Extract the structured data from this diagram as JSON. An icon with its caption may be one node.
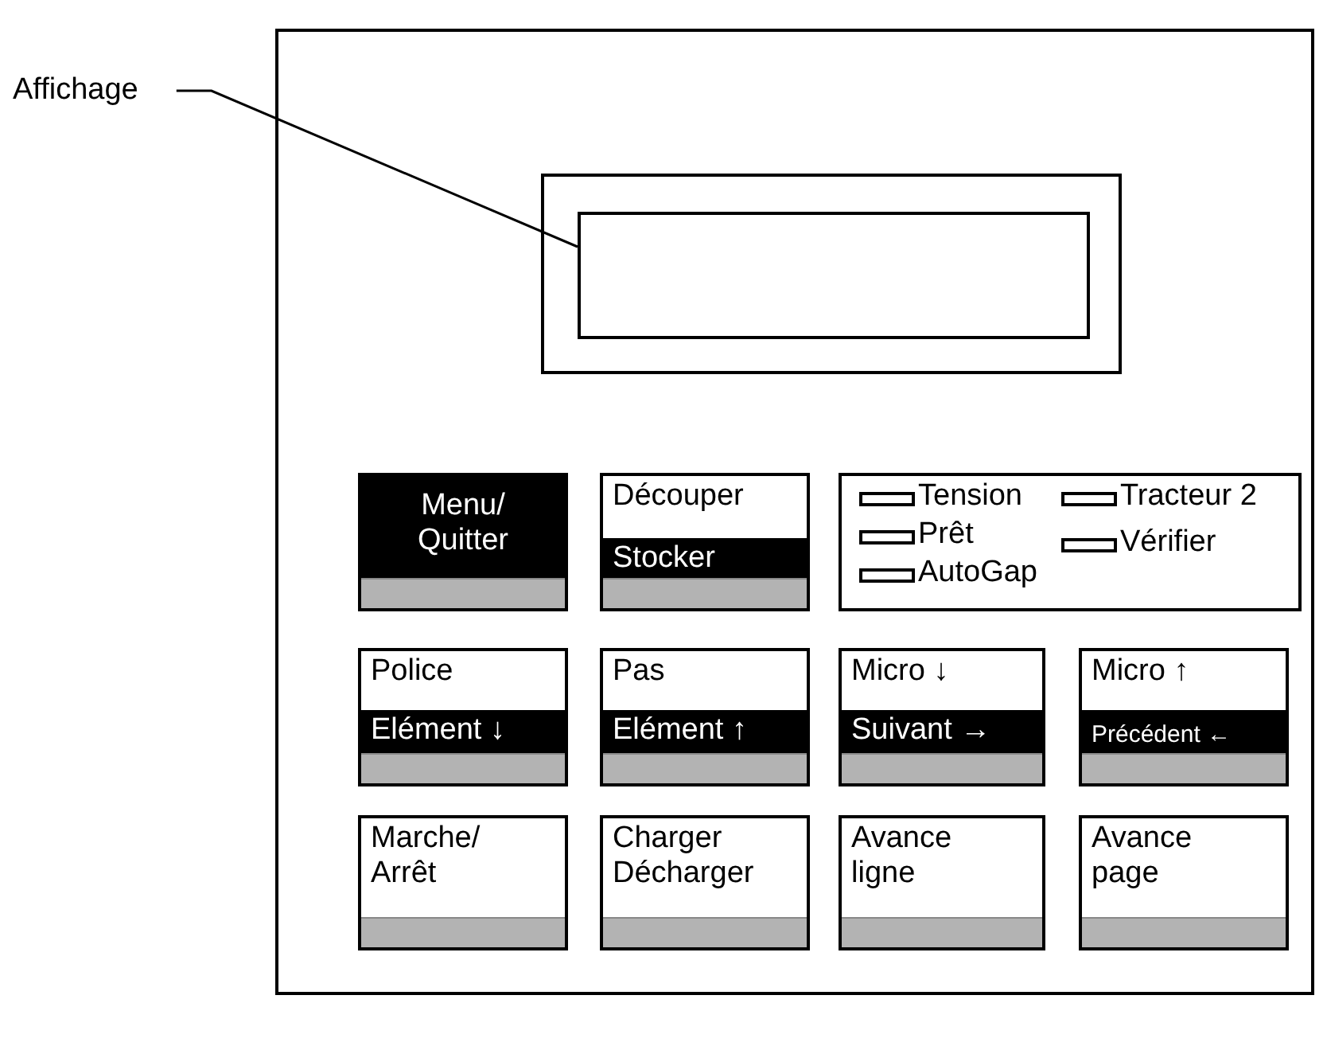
{
  "diagram": {
    "nodes": [
      {
        "text": [],
        "shape": "box"
      },
      {
        "text": [
          "Affichage"
        ]
      },
      {
        "text": [],
        "shape": "box",
        "in": 0
      },
      {
        "text": [],
        "shape": "box",
        "in": 2
      },
      {
        "text": [
          "Menu/ Quitter"
        ],
        "in": 0
      },
      {
        "text": [
          "Découper",
          "Stocker"
        ],
        "in": 0
      },
      {
        "text": [],
        "shape": "box",
        "in": 0
      },
      {
        "text": [],
        "shape": "box",
        "in": 6,
        "beside": [
          "Tension"
        ]
      },
      {
        "text": [],
        "shape": "box",
        "in": 6,
        "beside": [
          "Tracteur 2"
        ]
      },
      {
        "text": [],
        "shape": "box",
        "in": 6,
        "beside": [
          "Prêt"
        ]
      },
      {
        "text": [],
        "shape": "box",
        "in": 6,
        "beside": [
          "Vérifier"
        ]
      },
      {
        "text": [],
        "shape": "box",
        "in": 6,
        "beside": [
          "AutoGap"
        ]
      },
      {
        "text": [
          "Police",
          "Elément ↓"
        ],
        "in": 0
      },
      {
        "text": [
          "Pas",
          "Elément ↑"
        ],
        "in": 0
      },
      {
        "text": [
          "Micro ↓",
          "Suivant →"
        ],
        "in": 0
      },
      {
        "text": [
          "Micro ↑",
          "Précédent ←"
        ],
        "in": 0
      },
      {
        "text": [
          "Marche/ Arrêt"
        ],
        "in": 0
      },
      {
        "text": [
          "Charger Décharger"
        ],
        "in": 0
      },
      {
        "text": [
          "Avance ligne"
        ],
        "in": 0
      },
      {
        "text": [
          "Avance page"
        ],
        "in": 0
      }
    ],
    "edges": [
      {
        "from": 1,
        "to": 3,
        "arrow": "none"
      }
    ]
  }
}
